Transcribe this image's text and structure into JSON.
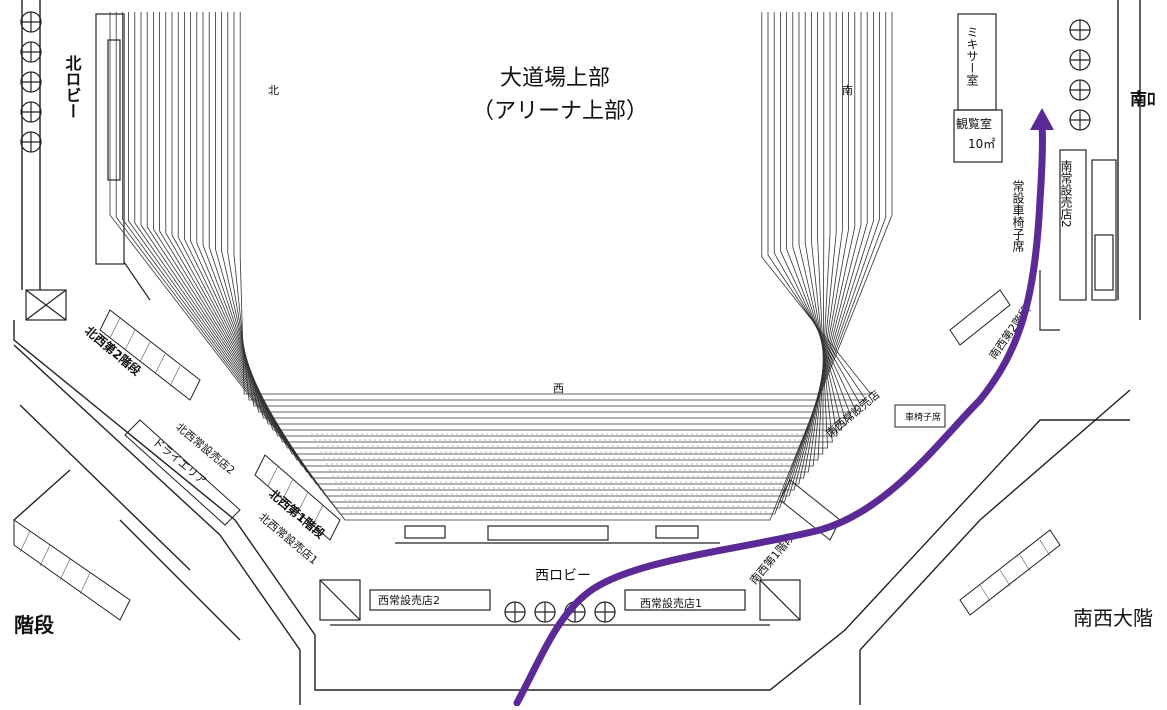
{
  "map": {
    "title_line1": "大道場上部",
    "title_line2": "（アリーナ上部）",
    "dir_north": "北",
    "dir_south": "南",
    "dir_west": "西",
    "north_lobby": "北ロビー",
    "south_lobby_partial": "南ﾛ",
    "west_lobby": "西ロビー",
    "mixer_room": "ミキサー室",
    "viewing_room": "観覧室",
    "viewing_area": "10㎡",
    "wheelchair_seats": "常設車椅子席",
    "wheelchair_seats_short": "車椅子席",
    "south_shop_2": "南常設売店2",
    "west_shop_1": "西常設売店1",
    "west_shop_2": "西常設売店2",
    "nw_stair_2": "北西第2階段",
    "nw_stair_1": "北西第1階段",
    "nw_shop_2": "北西常設売店2",
    "nw_shop_1": "北西常設売店1",
    "dry_area": "ドライエリア",
    "sw_stair_1": "南西第1階段",
    "sw_stair_2": "南西第2階段",
    "sw_shop": "南西常設売店",
    "big_stair_left": "階段",
    "big_stair_right": "南西大階",
    "route_color": "#5b2a96"
  }
}
